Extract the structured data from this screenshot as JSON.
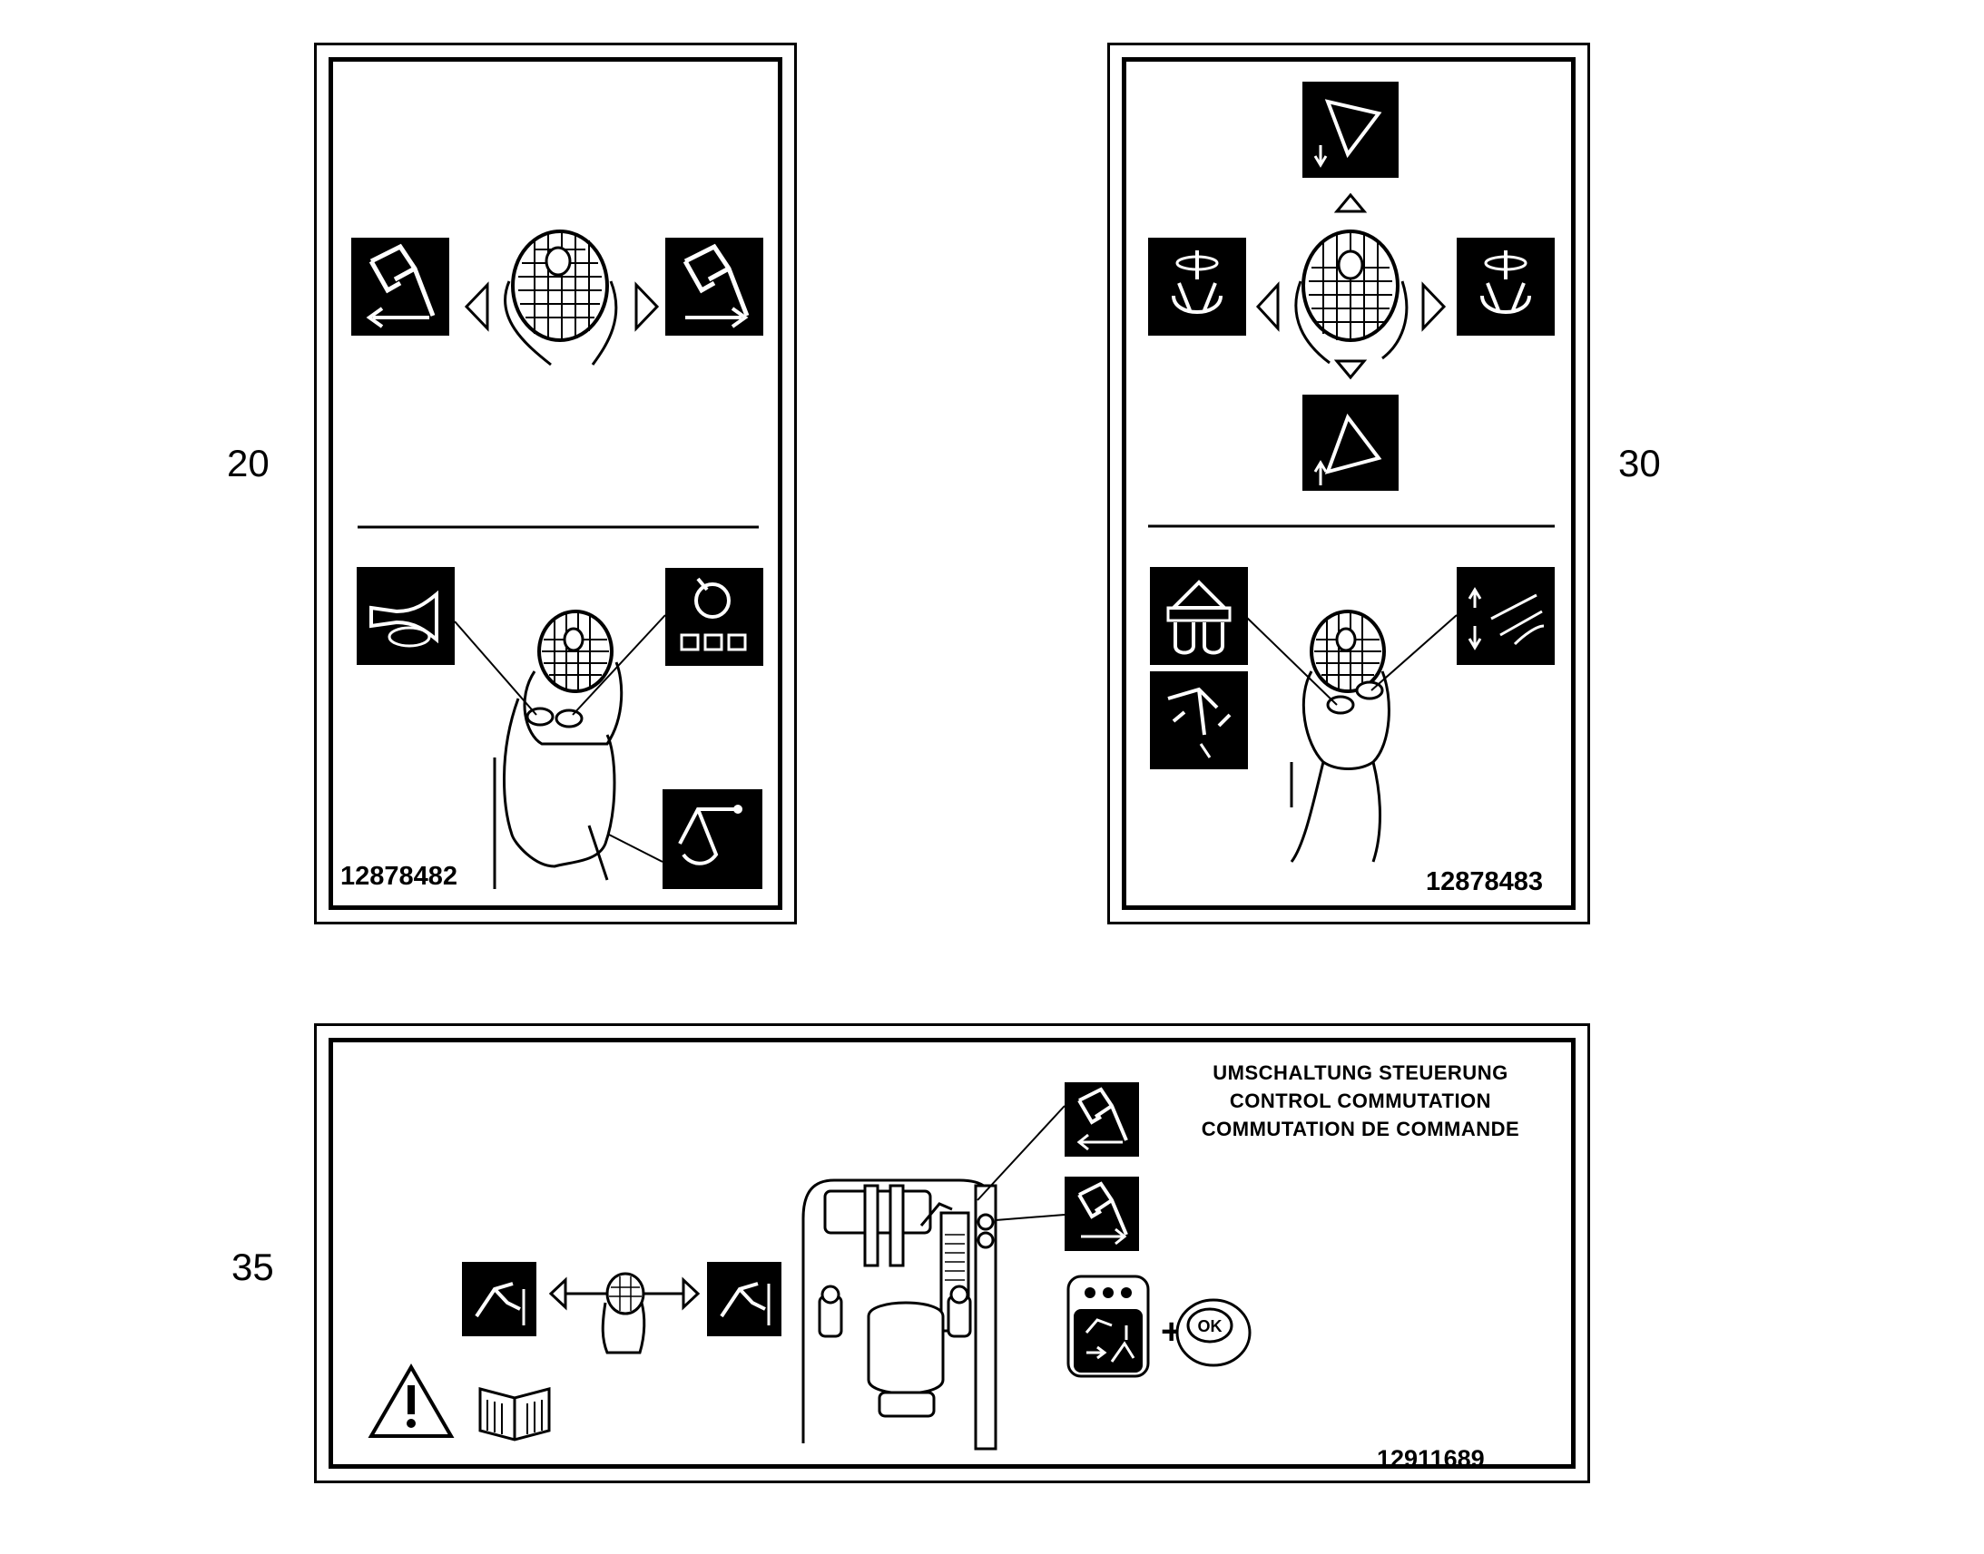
{
  "callouts": {
    "a": "20",
    "b": "30",
    "c": "35"
  },
  "decal_20": {
    "part_number": "12878482",
    "icons": [
      "boom-swing-left-icon",
      "boom-swing-right-icon",
      "horn-icon",
      "memory-store-icon",
      "tilt-bucket-icon"
    ]
  },
  "decal_30": {
    "part_number": "12878483",
    "icons": [
      "boom-lower-icon",
      "rotate-left-icon",
      "rotate-right-icon",
      "boom-raise-icon",
      "float-position-icon",
      "grapple-icon",
      "vibration-icon"
    ]
  },
  "decal_35": {
    "heading_de": "UMSCHALTUNG STEUERUNG",
    "heading_en": "CONTROL COMMUTATION",
    "heading_fr": "COMMUTATION DE COMMANDE",
    "part_number": "12911689",
    "ok_label": "OK",
    "plus_label": "+",
    "icons": [
      "warning-triangle-icon",
      "manual-book-icon",
      "arm-left-icon",
      "arm-right-icon",
      "switch-mode-icon",
      "ok-button-icon"
    ]
  },
  "colors": {
    "ink": "#000000",
    "paper": "#ffffff"
  }
}
